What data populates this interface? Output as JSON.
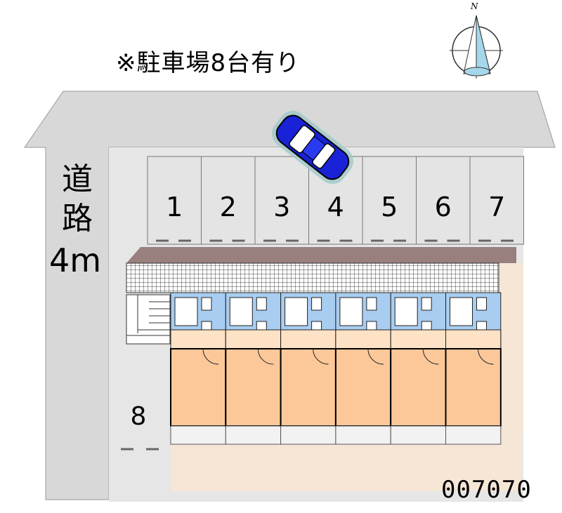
{
  "header": {
    "title": "※駐車場8台有り"
  },
  "road": {
    "chars": [
      "道",
      "路"
    ],
    "width_label": "4m"
  },
  "compass": {
    "north_label": "N"
  },
  "parking": {
    "spaces": [
      "1",
      "2",
      "3",
      "4",
      "5",
      "6",
      "7",
      "8"
    ]
  },
  "footer": {
    "reference_number": "007070"
  },
  "colors": {
    "road_gray": "#d8d8d8",
    "lot_gray": "#e2e2e2",
    "unit_orange": "#fcc89a",
    "bath_blue": "#a8cdf0",
    "car_blue": "#1a22d8",
    "walkway": "#f6e6d6"
  }
}
